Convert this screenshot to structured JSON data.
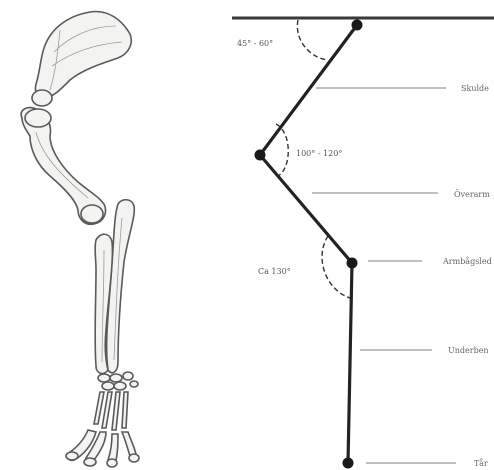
{
  "diagram": {
    "angles": {
      "shoulder": "45° - 60°",
      "elbow": "100° - 120°",
      "wrist": "Ca 130°"
    },
    "segments": {
      "shoulder_blade": "Skulde",
      "upper_arm": "Överarm",
      "wrist": "Armbågsled",
      "forearm": "Underben",
      "foot": "Tår"
    }
  }
}
